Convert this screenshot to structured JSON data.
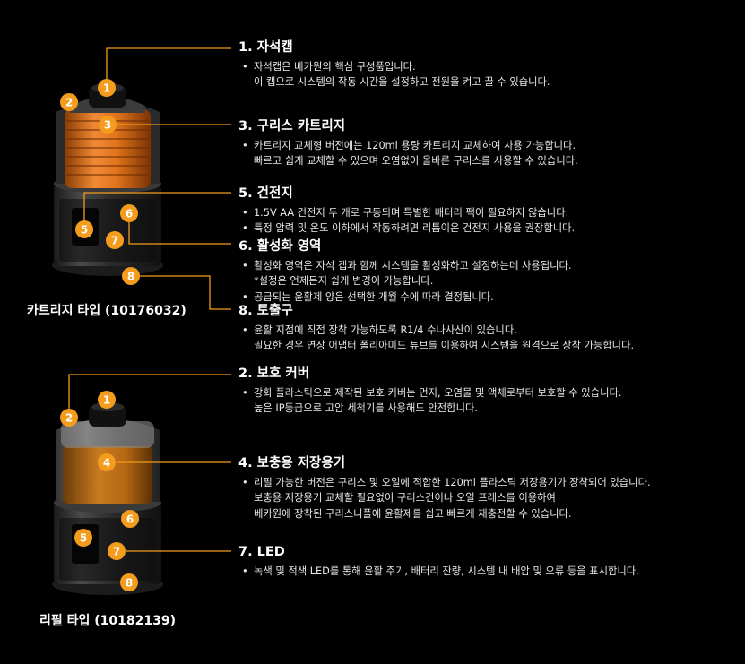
{
  "badges": [
    "1",
    "2",
    "3",
    "4",
    "5",
    "6",
    "7",
    "8"
  ],
  "captions": {
    "cartridge": "카트리지 타입 (10176032)",
    "refill": "리필 타입 (10182139)"
  },
  "sections": {
    "s1": {
      "title": "1. 자석캡",
      "bullets": [
        {
          "line1": "자석캡은 베카원의 핵심 구성품입니다.",
          "line2": "이 캡으로 시스템의 작동 시간을 설정하고 전원을 켜고 끌 수 있습니다."
        }
      ]
    },
    "s3": {
      "title": "3. 구리스 카트리지",
      "bullets": [
        {
          "line1": "카트리지 교체형 버전에는 120ml 용량 카트리지 교체하여 사용 가능합니다.",
          "line2": "빠르고 쉽게 교체할 수 있으며 오염없이 올바른 구리스를 사용할 수 있습니다."
        }
      ]
    },
    "s5": {
      "title": "5. 건전지",
      "bullets": [
        {
          "line1": "1.5V AA 건전지 두 개로 구동되며 특별한 배터리 팩이 필요하지 않습니다."
        },
        {
          "line1": "특정 압력 및 온도 이하에서 작동하려면 리튬이온 건전지 사용을 권장합니다."
        }
      ]
    },
    "s6": {
      "title": "6. 활성화 영역",
      "bullets": [
        {
          "line1": "활성화 영역은 자석 캡과 함께 시스템을 활성화하고 설정하는데 사용됩니다.",
          "line2": "*설정은 언제든지 쉽게 변경이 가능합니다."
        },
        {
          "line1": "공급되는 윤활제 양은 선택한 개월 수에 따라 결정됩니다."
        }
      ]
    },
    "s8": {
      "title": "8. 토출구",
      "bullets": [
        {
          "line1": "윤활 지점에 직접 장착 가능하도록 R1/4 수나사산이 있습니다.",
          "line2": "필요한 경우 연장 어댑터 폴리아미드 튜브를 이용하여 시스템을 원격으로 장착 가능합니다."
        }
      ]
    },
    "s2": {
      "title": "2. 보호 커버",
      "bullets": [
        {
          "line1": "강화 플라스틱으로 제작된 보호 커버는 먼지, 오염물 및 액체로부터 보호할 수 있습니다.",
          "line2": "높은 IP등급으로 고압 세척기를 사용해도 안전합니다."
        }
      ]
    },
    "s4": {
      "title": "4. 보충용 저장용기",
      "bullets": [
        {
          "line1": "리필 가능한 버전은 구리스 및 오일에 적합한 120ml 플라스틱 저장용기가 장착되어 있습니다.",
          "line2": "보충용 저장용기 교체할 필요없이 구리스건이나 오일 프레스를 이용하여",
          "line3": "베카원에 장착된 구리스니플에 윤활제를 쉽고 빠르게 재충전할 수 있습니다."
        }
      ]
    },
    "s7": {
      "title": "7. LED",
      "bullets": [
        {
          "line1": "녹색 및 적색 LED를 통해 윤활 주기, 배터리 잔량, 시스템 내 배압 및 오류 등을 표시합니다."
        }
      ]
    }
  },
  "colors": {
    "accent": "#f39c1d",
    "background": "#000000"
  }
}
